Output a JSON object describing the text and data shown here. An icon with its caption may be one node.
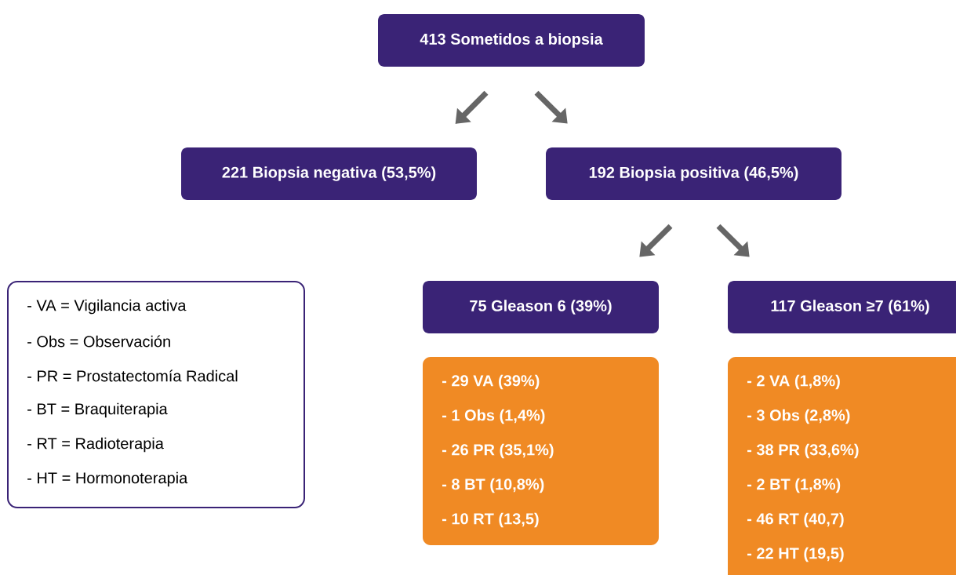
{
  "diagram": {
    "nodes": [
      {
        "text": [
          "413 Sometidos a biopsia"
        ]
      },
      {
        "text": [
          "221 Biopsia negativa (53,5%)"
        ]
      },
      {
        "text": [
          "192 Biopsia positiva (46,5%)"
        ]
      },
      {
        "text": [
          "- VA = Vigilancia activa",
          "- Obs = Observación",
          "- PR = Prostatectomía Radical",
          "- BT = Braquiterapia",
          "- RT = Radioterapia",
          "- HT = Hormonoterapia"
        ]
      },
      {
        "text": [
          "75 Gleason 6 (39%)"
        ]
      },
      {
        "text": [
          "117 Gleason ≥7 (61%)"
        ]
      },
      {
        "text": [
          "- 29 VA (39%)",
          "- 1 Obs (1,4%)",
          "- 26 PR (35,1%)",
          "- 8 BT (10,8%)",
          "- 10 RT (13,5)"
        ]
      },
      {
        "text": [
          "- 2 VA (1,8%)",
          "- 3 Obs (2,8%)",
          "- 38 PR (33,6%)",
          "- 2 BT (1,8%)",
          "- 46 RT (40,7)",
          "- 22 HT (19,5)"
        ]
      }
    ],
    "edges": [
      {
        "from": 0,
        "to": 1,
        "arrow": "to"
      },
      {
        "from": 0,
        "to": 2,
        "arrow": "to"
      },
      {
        "from": 2,
        "to": 4,
        "arrow": "to"
      },
      {
        "from": 2,
        "to": 5,
        "arrow": "to"
      }
    ]
  }
}
